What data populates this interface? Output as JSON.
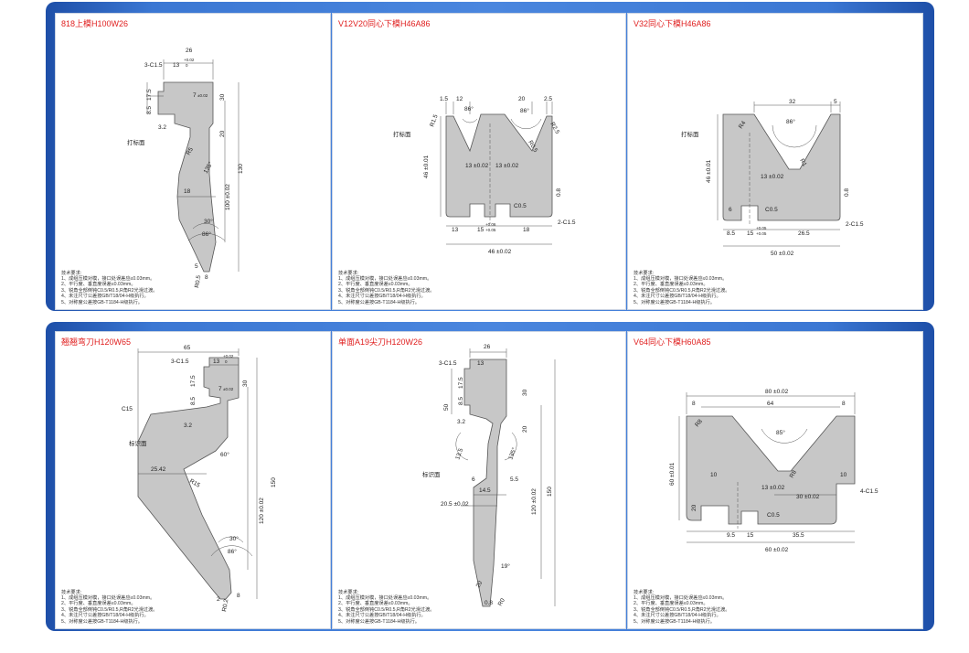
{
  "panels": [
    {
      "title": "818上模H100W26",
      "labels": [
        "26",
        "13",
        "+0.02",
        "0",
        "3-C1.5",
        "17.5",
        "8.5",
        "7",
        "±0.02",
        "30",
        "3.2",
        "20",
        "130",
        "R5",
        "135°",
        "100 ±0.02",
        "18",
        "30°",
        "86°",
        "5",
        "8",
        "R0.5"
      ],
      "feature": "打标面"
    },
    {
      "title": "V12V20同心下模H46A86",
      "labels": [
        "1.5",
        "12",
        "20",
        "2.5",
        "R1.5",
        "86°",
        "86°",
        "R2.5",
        "R0.5",
        "46 ±0.01",
        "13 ±0.02",
        "13 ±0.02",
        "C0.5",
        "0.8",
        "13",
        "15",
        "+0.06",
        "+0.05",
        "18",
        "2-C1.5",
        "46 ±0.02"
      ],
      "feature": "打标面"
    },
    {
      "title": "V32同心下模H46A86",
      "labels": [
        "32",
        "5",
        "86°",
        "R4",
        "R1",
        "46 ±0.01",
        "13 ±0.02",
        "C0.5",
        "0.8",
        "8.5",
        "15",
        "+0.05",
        "+0.05",
        "26.5",
        "2-C1.5",
        "50 ±0.02",
        "6"
      ],
      "feature": "打标面"
    },
    {
      "title": "翘翘弯刀H120W65",
      "labels": [
        "65",
        "3-C1.5",
        "13",
        "+0.02",
        "0",
        "17.5",
        "8.5",
        "7",
        "±0.02",
        "30",
        "C15",
        "3.2",
        "60°",
        "R15",
        "25.42",
        "150",
        "120 ±0.02",
        "30°",
        "86°",
        "R0.2",
        "8",
        "2"
      ],
      "feature": "标识面"
    },
    {
      "title": "单面A19尖刀H120W26",
      "labels": [
        "26",
        "3-C1.5",
        "13",
        "50",
        "17.5",
        "8.5",
        "30",
        "3.2",
        "20",
        "135°",
        "13.5",
        "5.5",
        "6",
        "14.5",
        "20.5 ±0.02",
        "120 ±0.02",
        "150",
        "19°",
        "20",
        "0.8",
        "R0"
      ],
      "feature": "标识面"
    },
    {
      "title": "V64同心下模H60A85",
      "labels": [
        "80 ±0.02",
        "8",
        "64",
        "8",
        "R8",
        "85°",
        "R8",
        "60 ±0.01",
        "10",
        "10",
        "20",
        "13 ±0.02",
        "30 ±0.02",
        "C0.5",
        "4-C1.5",
        "9.5",
        "15",
        "35.5",
        "60 ±0.02"
      ],
      "feature": ""
    }
  ],
  "notes": {
    "heading": "技术要求:",
    "items": [
      "1、成组压模对模，接口处误差应≤0.03mm。",
      "2、平行度、垂直度误差≤0.03mm。",
      "3、锐角全部倒钝C0.5/R0.5,R角R2光滑过渡。",
      "4、未注尺寸公差按GB/T18/04-H级执行。",
      "5、对称度公差按GB-T1184-H级执行。"
    ]
  }
}
